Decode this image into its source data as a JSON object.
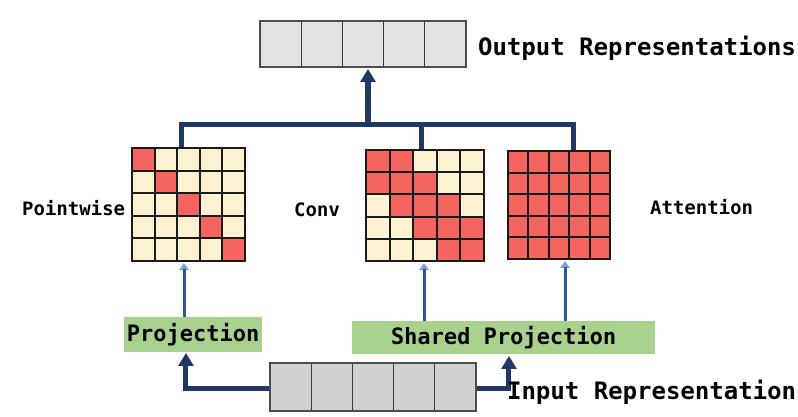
{
  "colors": {
    "red": "#f4655f",
    "cream": "#fcf1d1",
    "green": "#a9d18e",
    "navy": "#1f3864",
    "arrow_blue": "#2e5597",
    "arrow_head_light": "#7da0d4",
    "output_cell_fill": "#e4e3e3",
    "input_cell_fill": "#d2d0d0",
    "cell_border": "#1a1a1a",
    "bar_border": "#4d4d4d"
  },
  "output_bar": {
    "label": "Output Representations",
    "cells": 5
  },
  "input_bar": {
    "label": "Input Representations",
    "cells": 5
  },
  "matrices": [
    {
      "name": "Pointwise",
      "rows": 5,
      "cols": 5,
      "pattern": [
        [
          1,
          0,
          0,
          0,
          0
        ],
        [
          0,
          1,
          0,
          0,
          0
        ],
        [
          0,
          0,
          1,
          0,
          0
        ],
        [
          0,
          0,
          0,
          1,
          0
        ],
        [
          0,
          0,
          0,
          0,
          1
        ]
      ]
    },
    {
      "name": "Conv",
      "rows": 5,
      "cols": 5,
      "pattern": [
        [
          1,
          1,
          0,
          0,
          0
        ],
        [
          1,
          1,
          1,
          0,
          0
        ],
        [
          0,
          1,
          1,
          1,
          0
        ],
        [
          0,
          0,
          1,
          1,
          1
        ],
        [
          0,
          0,
          0,
          1,
          1
        ]
      ]
    },
    {
      "name": "Attention",
      "rows": 5,
      "cols": 5,
      "pattern": [
        [
          1,
          1,
          1,
          1,
          1
        ],
        [
          1,
          1,
          1,
          1,
          1
        ],
        [
          1,
          1,
          1,
          1,
          1
        ],
        [
          1,
          1,
          1,
          1,
          1
        ],
        [
          1,
          1,
          1,
          1,
          1
        ]
      ]
    }
  ],
  "projection": {
    "label": "Projection"
  },
  "shared_projection": {
    "label": "Shared Projection"
  }
}
